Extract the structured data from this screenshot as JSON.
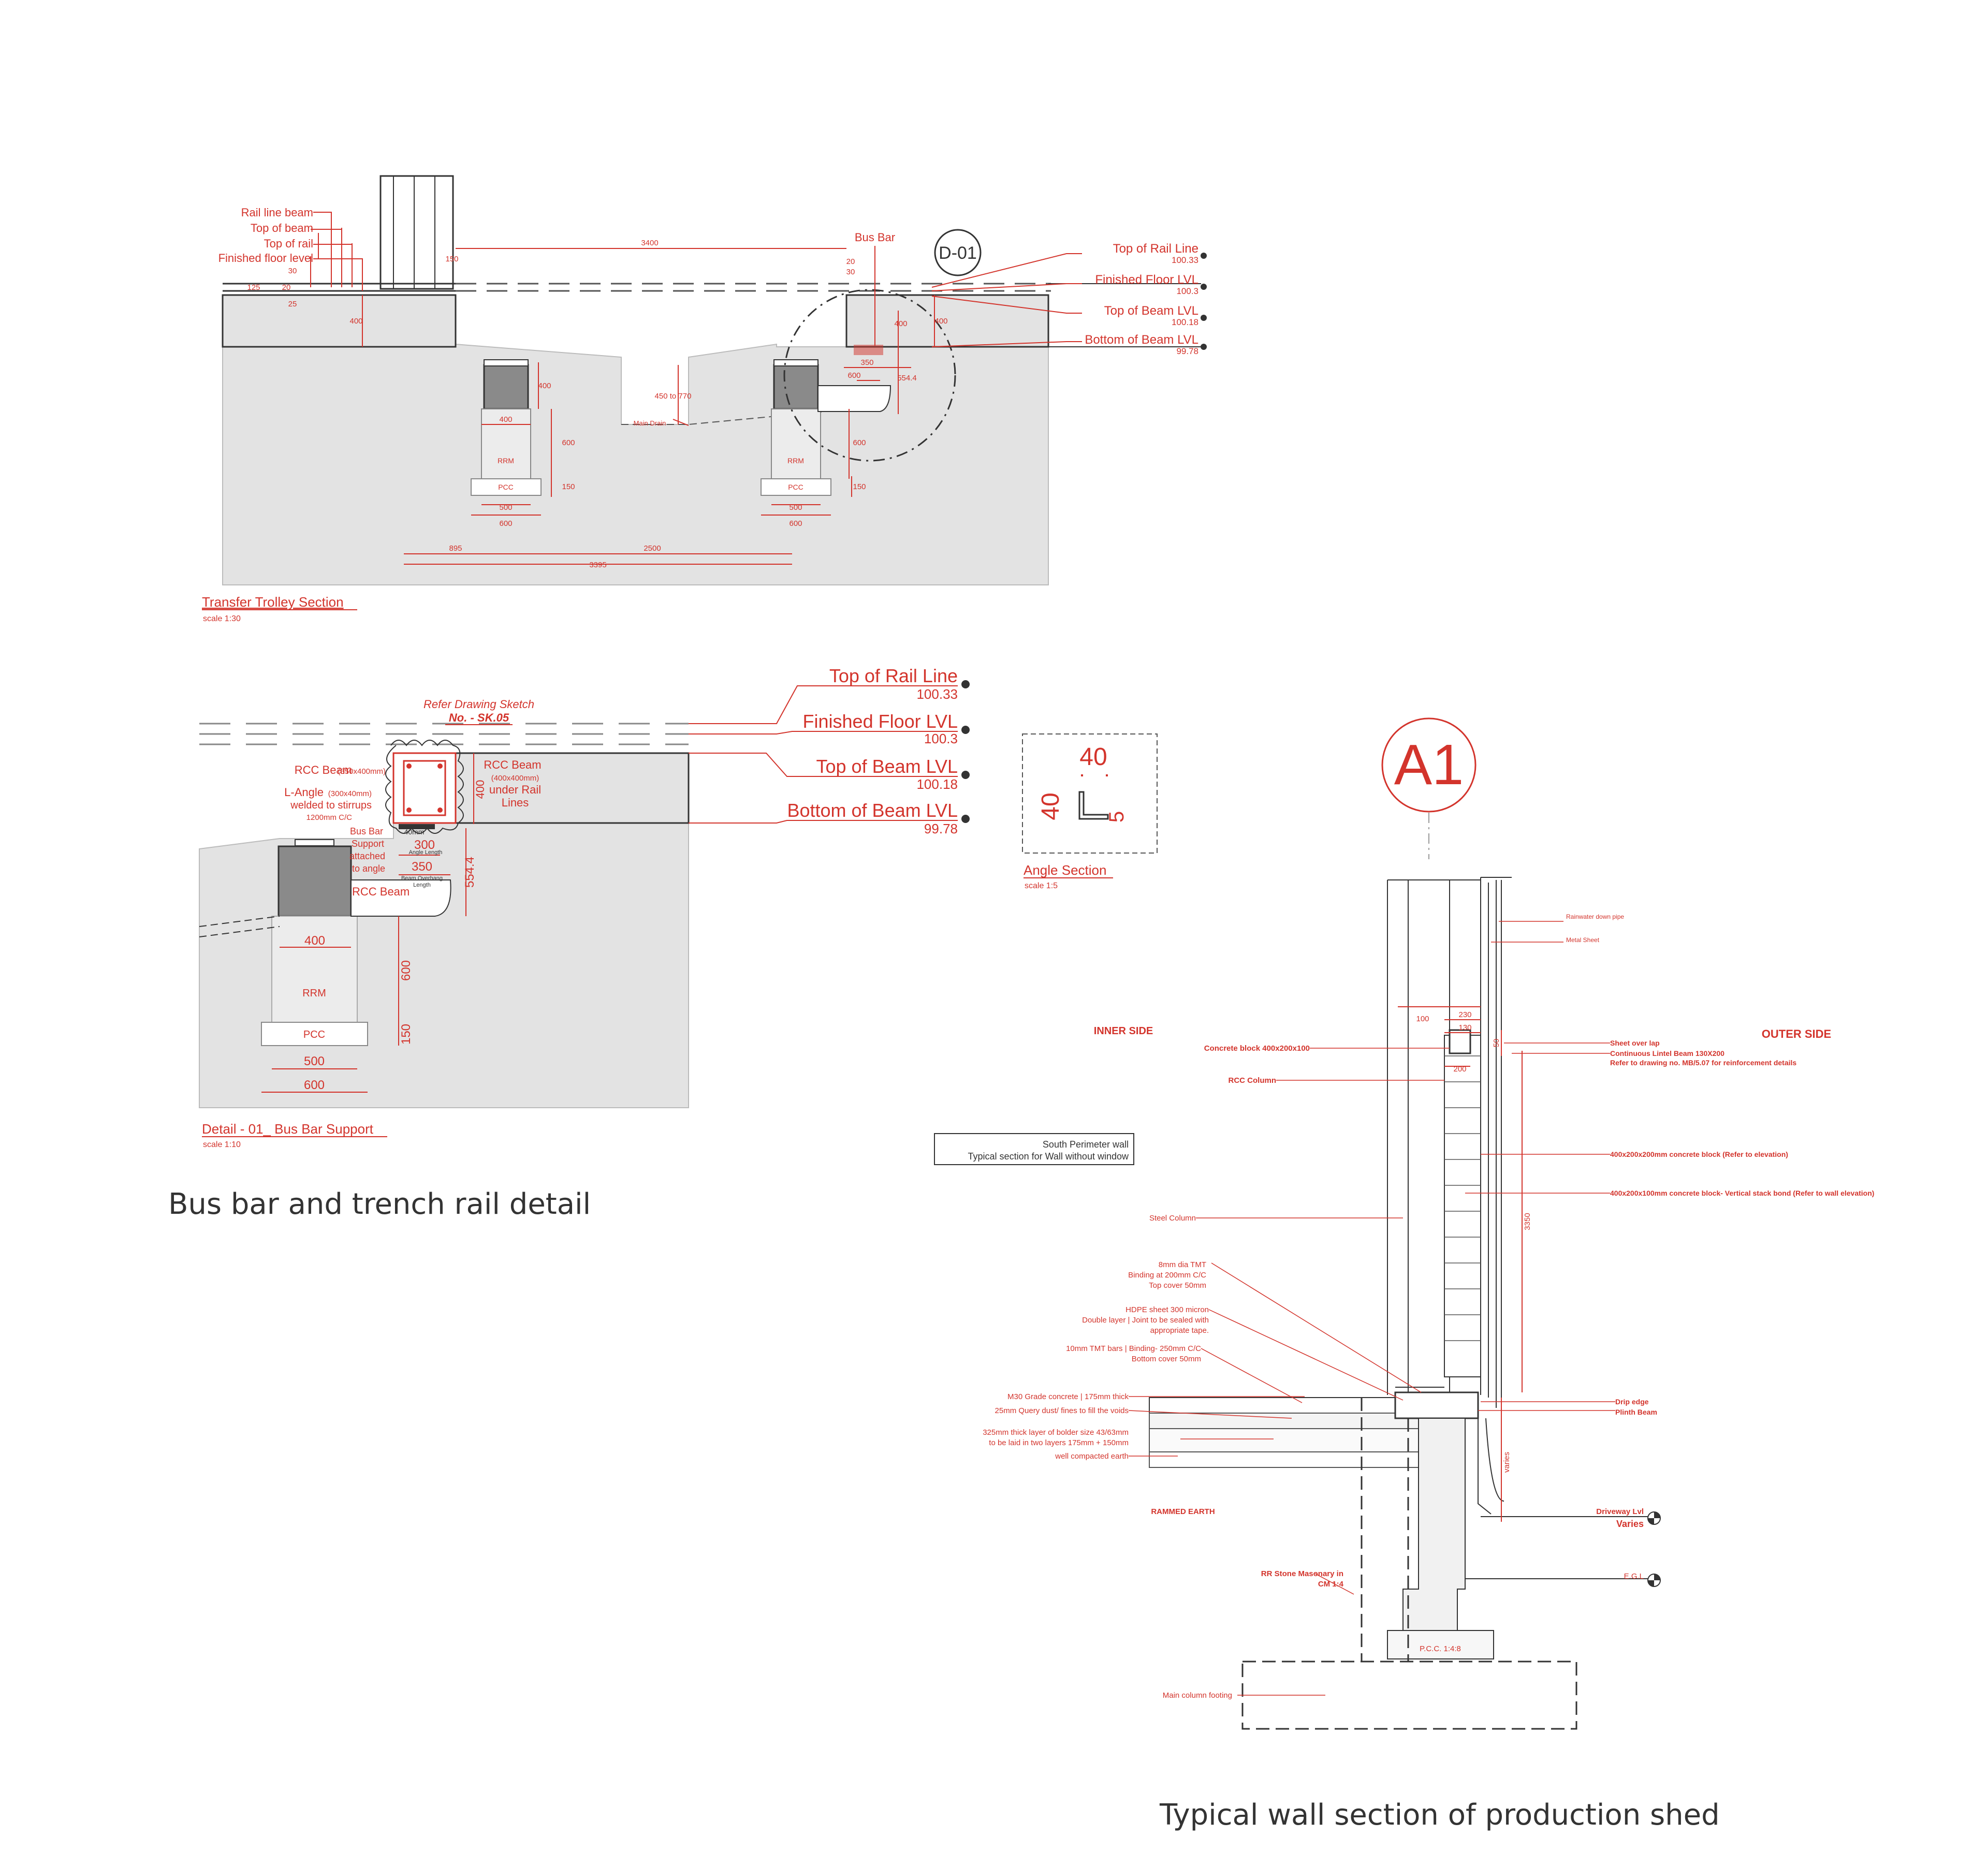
{
  "colors": {
    "annotation": "#d3342c",
    "fill_ground": "#e3e3e3",
    "fill_dark": "#8a8a8a",
    "line": "#333333",
    "paper": "#ffffff"
  },
  "trolley_section": {
    "labels_left": [
      "Rail line beam",
      "Top of beam",
      "Top of rail",
      "Finished floor level"
    ],
    "bus_bar": "Bus Bar",
    "detail_tag": "D-01",
    "main_drain": "Main Drain",
    "levels": [
      {
        "name": "Top of Rail Line",
        "value": "100.33"
      },
      {
        "name": "Finished Floor LVL",
        "value": "100.3"
      },
      {
        "name": "Top of Beam LVL",
        "value": "100.18"
      },
      {
        "name": "Bottom of Beam LVL",
        "value": "99.78"
      }
    ],
    "dims": {
      "span_top": "3400",
      "d30": "30",
      "d20": "20",
      "d150a": "150",
      "d125": "125",
      "d25": "25",
      "beam_depth": "400",
      "ped_400": "400",
      "drain": "450 to 770",
      "d600": "600",
      "d150": "150",
      "w400": "400",
      "w500": "500",
      "w600": "600",
      "d895": "895",
      "d2500": "2500",
      "d3395": "3395",
      "bb350": "350",
      "bb600": "600",
      "bb554": "554.4",
      "bb400": "400",
      "bb400b": "400",
      "bb600b": "600",
      "bb150": "150",
      "bb20": "20",
      "bb30": "30",
      "w500b": "500",
      "w600b": "600"
    },
    "blocks": {
      "rrm": "RRM",
      "pcc": "PCC"
    },
    "title": "Transfer Trolley Section",
    "scale": "scale 1:30"
  },
  "busbar_detail": {
    "refer_note": [
      "Refer Drawing Sketch",
      "No. -  SK.05"
    ],
    "levels": [
      {
        "name": "Top of Rail Line",
        "value": "100.33"
      },
      {
        "name": "Finished Floor LVL",
        "value": "100.3"
      },
      {
        "name": "Top of Beam LVL",
        "value": "100.18"
      },
      {
        "name": "Bottom of Beam LVL",
        "value": "99.78"
      }
    ],
    "rcc_beam_label": "RCC Beam",
    "rcc_beam_size": "(350x400mm)",
    "l_angle": [
      "L-Angle",
      "(300x40mm)",
      "welded to stirrups",
      "1200mm C/C"
    ],
    "busbar_support": [
      "Bus Bar",
      "Support",
      "attached",
      "to angle"
    ],
    "rcc_beam_2": "RCC Beam",
    "rcc_under": [
      "RCC Beam",
      "(400x400mm)",
      "under Rail",
      "Lines"
    ],
    "d300": "300",
    "angle_length": "Angle Length",
    "d350": "350",
    "overhang": [
      "Beam Overhang",
      "Length"
    ],
    "d400": "400",
    "d554": "554.4",
    "d400w": "400",
    "d600": "600",
    "d150": "150",
    "d500": "500",
    "d600w": "600",
    "d40mm": "40mm",
    "rrm": "RRM",
    "pcc": "PCC",
    "title": "Detail - 01_ Bus Bar Support",
    "scale": "scale 1:10"
  },
  "angle_section": {
    "d40_top": "40",
    "d40_side": "40",
    "d5": "5",
    "title": "Angle Section",
    "scale": "scale 1:5"
  },
  "caption_left": "Bus bar and trench rail detail",
  "wall_section": {
    "tag": "A1",
    "inner": "INNER SIDE",
    "outer": "OUTER SIDE",
    "box": [
      "South Perimeter wall",
      "Typical section for Wall without window"
    ],
    "left_notes": [
      [
        "Concrete block 400x200x100"
      ],
      [
        "RCC Column"
      ],
      [
        "Steel Column"
      ],
      [
        "8mm dia TMT",
        "Binding at 200mm C/C",
        "Top cover 50mm"
      ],
      [
        "HDPE sheet 300 micron",
        "Double layer | Joint to be sealed with",
        "appropriate tape."
      ],
      [
        "10mm TMT bars | Binding- 250mm C/C",
        "Bottom cover 50mm"
      ],
      [
        "M30 Grade concrete  | 175mm thick"
      ],
      [
        "25mm Query dust/ fines to fill the voids"
      ],
      [
        "325mm thick layer of bolder size 43/63mm",
        "to be laid in two layers 175mm + 150mm"
      ],
      [
        "well compacted earth"
      ],
      [
        "RAMMED EARTH"
      ],
      [
        "RR Stone Masonary in",
        "CM 1:4"
      ],
      [
        "Main column footing"
      ]
    ],
    "right_notes": [
      [
        "Rainwater down pipe"
      ],
      [
        "Metal Sheet"
      ],
      [
        "Sheet over lap"
      ],
      [
        "Continuous Lintel Beam 130X200",
        "Refer to drawing no. MB/5.07 for reinforcement details"
      ],
      [
        "400x200x200mm concrete block (Refer to elevation)"
      ],
      [
        "400x200x100mm concrete block- Vertical stack bond (Refer to wall elevation)"
      ],
      [
        "Drip edge"
      ],
      [
        "Plinth Beam"
      ]
    ],
    "driveway": "Driveway Lvl",
    "varies": "Varies",
    "egl": "E.G.L",
    "pcc": "P.C.C.  1:4:8",
    "d100": "100",
    "d230": "230",
    "d130": "130",
    "d200": "200",
    "d50": "50",
    "d3350": "3350",
    "dvaries": "varies"
  },
  "caption_right": "Typical wall section of production shed"
}
